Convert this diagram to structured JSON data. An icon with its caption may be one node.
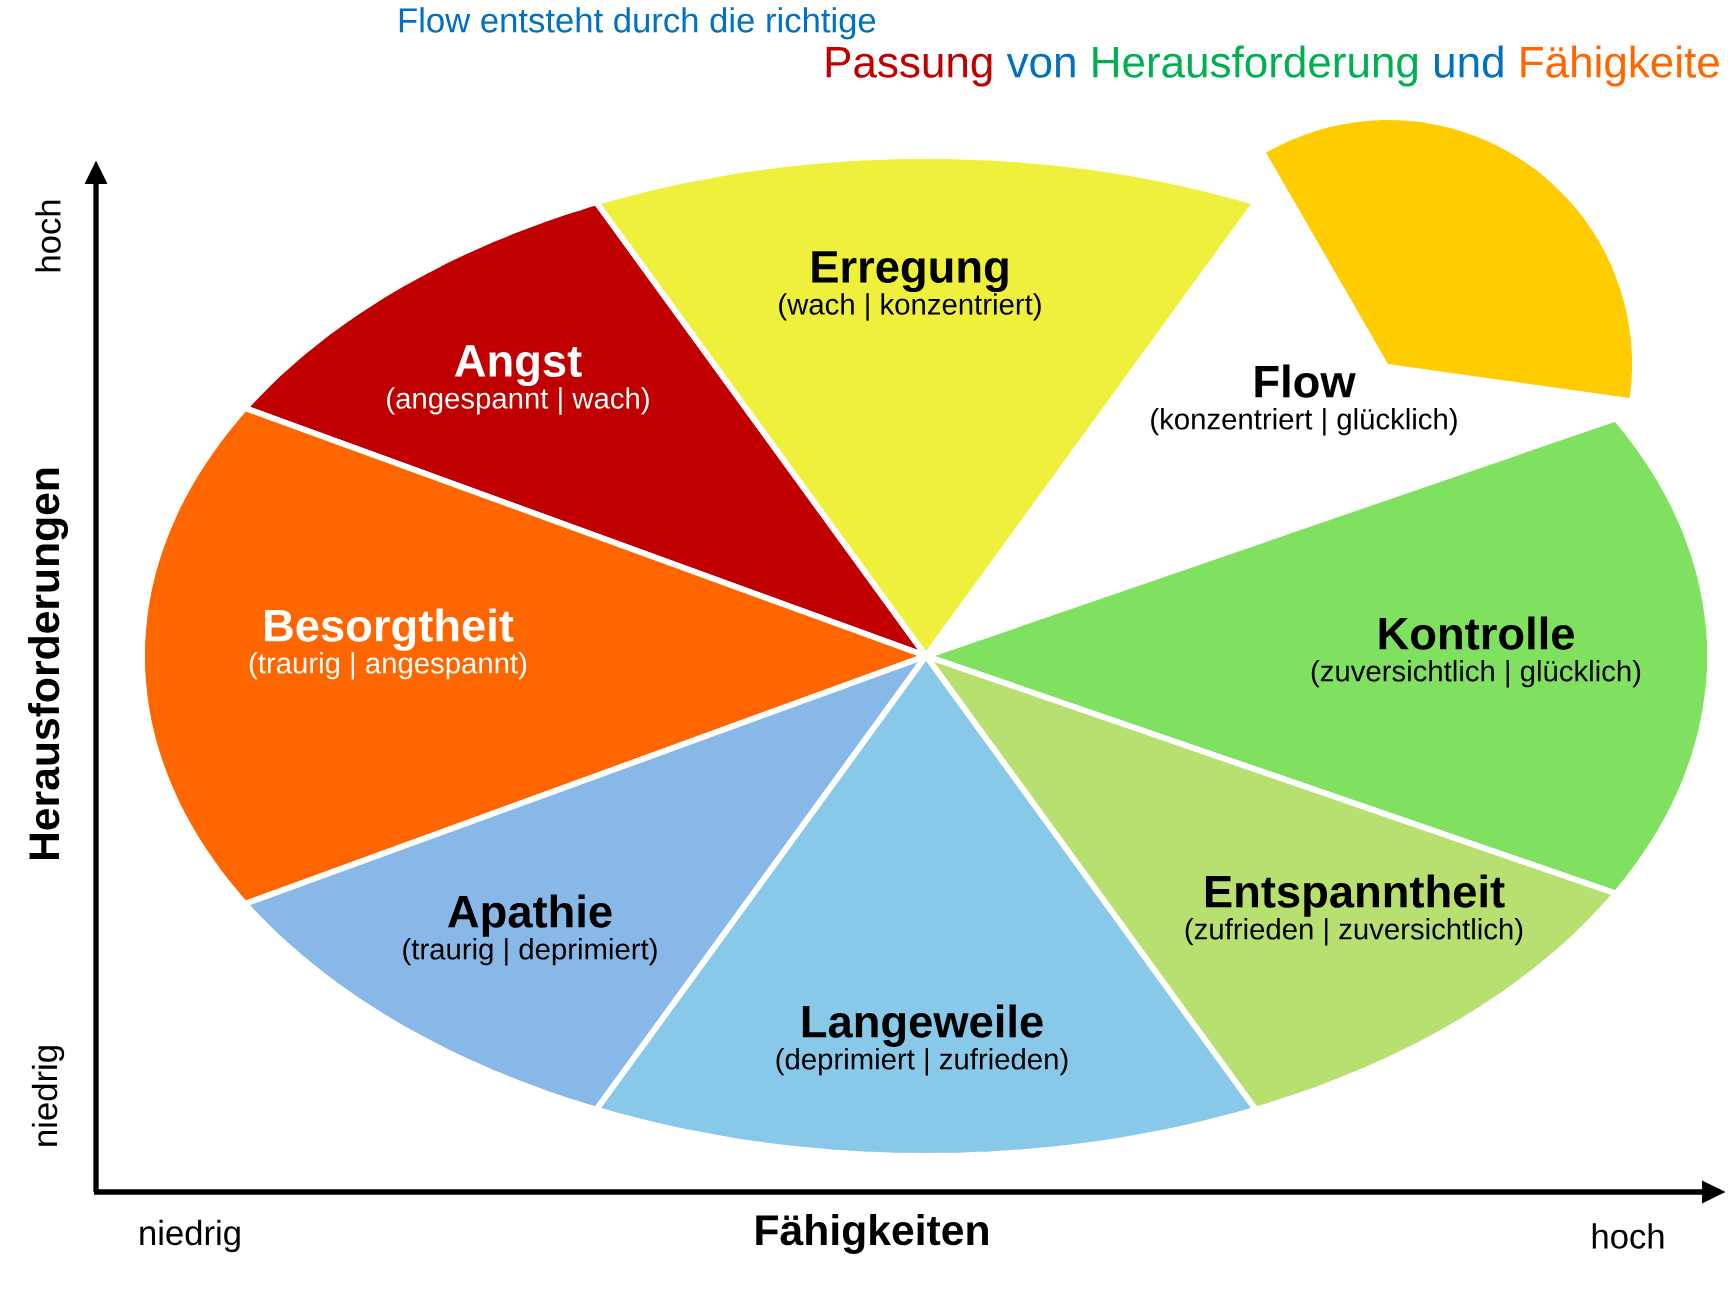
{
  "diagram": {
    "nodes": [
      {
        "text": [
          "Angst",
          "(angespannt | wach)"
        ]
      },
      {
        "text": [
          "Erregung",
          "(wach | konzentriert)"
        ]
      },
      {
        "text": [
          "Flow",
          "(konzentriert | glücklich)"
        ]
      },
      {
        "text": [],
        "shape": "wedge"
      },
      {
        "text": [
          "Besorgtheit",
          "(traurig | angespannt)"
        ]
      },
      {
        "text": [
          "Kontrolle",
          "(zuversichtlich | glücklich)"
        ]
      },
      {
        "text": [
          "Apathie",
          "(traurig | deprimiert)"
        ]
      },
      {
        "text": [
          "Entspanntheit",
          "(zufrieden | zuversichtlich)"
        ]
      },
      {
        "text": [
          "Langeweile",
          "(deprimiert | zufrieden)"
        ]
      }
    ],
    "edges": [],
    "labels": [
      "Flow",
      "entsteht durch die richtige",
      "Passung",
      "von",
      "Herausforderung",
      "und",
      "Fähigkeite",
      "hoch",
      "Herausforderungen",
      "niedrig",
      "niedrig",
      "Fähigkeiten",
      "hoch"
    ]
  }
}
